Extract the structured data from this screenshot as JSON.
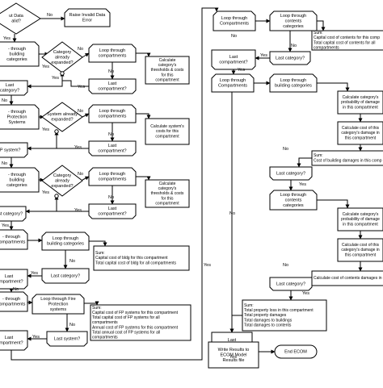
{
  "nodes": {
    "valid_data": "...ut Data Valid?",
    "raise_error": "Raise Invalid Data Error",
    "loop_bldg_cat_1": "...through building categories",
    "cat_expanded_1": "Category already expanded?",
    "loop_comp_1": "Loop through compartments",
    "calc_cat_thresh_1": "Calculate category's thresholds & costs for this compartment",
    "last_comp_1": "Last compartment?",
    "last_cat_1": "...category?",
    "loop_fp_1": "...through Protection systems",
    "sys_expanded": "System already expanded?",
    "loop_comp_2": "Loop through compartments",
    "calc_sys": "Calculate system's costs for this compartment",
    "last_comp_2": "Last compartment?",
    "last_fp_1": "...FP system?",
    "loop_bldg_cat_2": "...through building categories",
    "cat_expanded_2": "Category already expanded?",
    "loop_comp_3": "Loop through compartments",
    "calc_cat_thresh_2": "Calculate category's thresholds & costs for this compartment",
    "last_comp_3": "Last compartment?",
    "last_cat_2": "Last category?",
    "loop_comp_a": "...through compartments",
    "loop_bldg_cat_3": "Loop through building categories",
    "sum_bldg": "Sum: Capital cost of bldg for this compartment Total capital cost of bldg for all compartments",
    "last_cat_3": "Last category?",
    "last_comp_a": "Last compartment?",
    "loop_comp_b": "...through compartments",
    "loop_fp_2": "Loop through Fire Protection systems",
    "sum_fp": "Sum: Capital cost of FP systems for this compartment Total capital cost of FP systems for all compartments Annual cost of FP systems for this compartment Total annual cost of FP systems for all compartments",
    "last_sys": "Last system?",
    "last_comp_b": "...compartment?",
    "r_loop_comp_1": "Loop through Compartments",
    "r_loop_contents": "Loop through contents categories",
    "r_sum_contents": "Sum: Capital cost of contents for this compartment Total capital cost of contents for all compartments",
    "r_last_comp_1": "Last compartment?",
    "r_last_cat_1": "Last category?",
    "r_loop_comp_2": "Loop through Compartments",
    "r_loop_bldg": "Loop through building categories",
    "r_calc_prob_bldg": "Calculate category's probability of damage in this compartment",
    "r_calc_cost_bldg": "Calculate cost of this category's damage in this compartment",
    "r_sum_bldg_dmg": "Sum: Cost of building damages in this compartment",
    "r_last_cat_2": "Last category?",
    "r_loop_contents_2": "Loop through contents categories",
    "r_calc_prob_contents": "Calculate category's probability of damage in this compartment",
    "r_calc_cost_contents": "Calculate cost of this category's damage in this compartment",
    "r_calc_cost_contents_2": "Calculate cost of contents damages in this compartment",
    "r_last_cat_3": "Last category?",
    "r_sum_property": "Sum: Total property loss in this compartment Total property damages Total damages to buildings Total damages to contents",
    "r_last_comp_2": "Last compartment?",
    "r_write_results": "Write Results to ECOM Model Results file",
    "r_end": "End ECOM"
  },
  "edge_labels": {
    "yes": "Yes",
    "no": "No"
  }
}
